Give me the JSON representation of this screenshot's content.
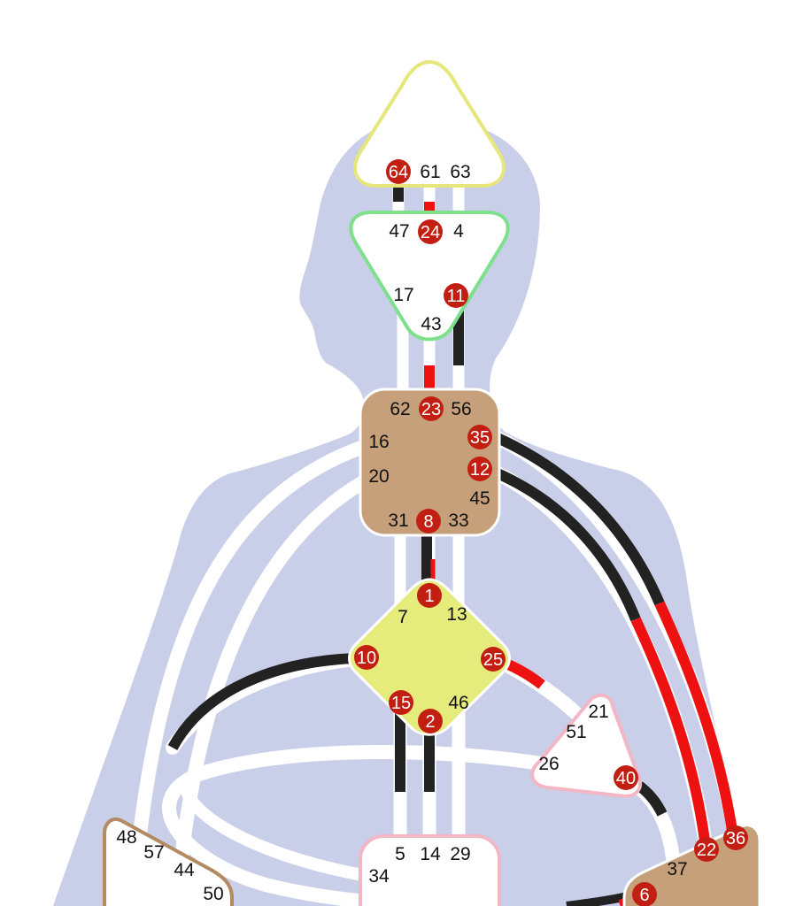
{
  "colors": {
    "silhouette": "#c9cfe8",
    "channel": "#ffffff",
    "design": "#ee1111",
    "personality": "#222222",
    "badge": "#c21f12",
    "head_border": "#e6e67a",
    "ajna_border": "#7de08a",
    "throat_fill": "#c6a07a",
    "g_fill": "#e5ec7c",
    "ego_border": "#f2b6c4",
    "spleen_border": "#b38a62",
    "sacral_border": "#f2b6c4",
    "solar_fill": "#c6a07a"
  },
  "centers": {
    "head": {
      "gates": [
        "64",
        "61",
        "63"
      ]
    },
    "ajna": {
      "gates": [
        "47",
        "24",
        "4",
        "17",
        "11",
        "43"
      ]
    },
    "throat": {
      "gates": [
        "62",
        "23",
        "56",
        "16",
        "35",
        "12",
        "20",
        "45",
        "31",
        "8",
        "33"
      ]
    },
    "g": {
      "gates": [
        "1",
        "7",
        "13",
        "10",
        "25",
        "15",
        "46",
        "2"
      ]
    },
    "ego": {
      "gates": [
        "21",
        "51",
        "26",
        "40"
      ]
    },
    "spleen": {
      "gates": [
        "48",
        "57",
        "44",
        "50"
      ]
    },
    "sacral": {
      "gates": [
        "5",
        "14",
        "29",
        "34"
      ]
    },
    "solar": {
      "gates": [
        "36",
        "22",
        "37",
        "6"
      ]
    }
  }
}
